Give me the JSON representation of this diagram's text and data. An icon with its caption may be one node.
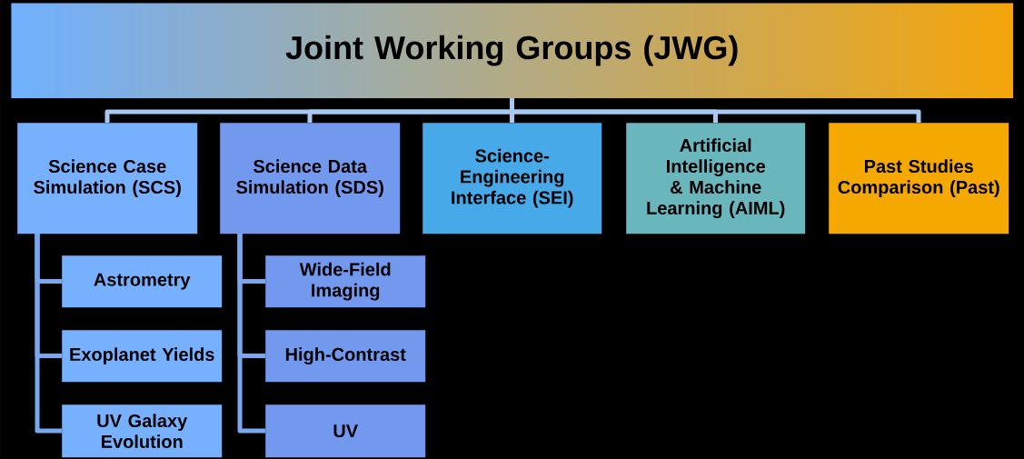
{
  "diagram": {
    "nodes": [
      {
        "text": [
          "Joint Working Groups (JWG)"
        ]
      },
      {
        "text": [
          "Science Case Simulation (SCS)"
        ]
      },
      {
        "text": [
          "Science Data Simulation (SDS)"
        ]
      },
      {
        "text": [
          "Science-Engineering Interface (SEI)"
        ]
      },
      {
        "text": [
          "Artificial Intelligence & Machine Learning (AIML)"
        ]
      },
      {
        "text": [
          "Past Studies Comparison (Past)"
        ]
      },
      {
        "text": [
          "Astrometry"
        ]
      },
      {
        "text": [
          "Exoplanet Yields"
        ]
      },
      {
        "text": [
          "UV Galaxy Evolution"
        ]
      },
      {
        "text": [
          "Wide-Field Imaging"
        ]
      },
      {
        "text": [
          "High-Contrast"
        ]
      },
      {
        "text": [
          "UV"
        ]
      }
    ],
    "edges": [
      {
        "from": 0,
        "to": 1,
        "arrow": "none"
      },
      {
        "from": 0,
        "to": 2,
        "arrow": "none"
      },
      {
        "from": 0,
        "to": 3,
        "arrow": "none"
      },
      {
        "from": 0,
        "to": 4,
        "arrow": "none"
      },
      {
        "from": 0,
        "to": 5,
        "arrow": "none"
      },
      {
        "from": 1,
        "to": 6,
        "arrow": "none"
      },
      {
        "from": 1,
        "to": 7,
        "arrow": "none"
      },
      {
        "from": 1,
        "to": 8,
        "arrow": "none"
      },
      {
        "from": 2,
        "to": 9,
        "arrow": "none"
      },
      {
        "from": 2,
        "to": 10,
        "arrow": "none"
      },
      {
        "from": 2,
        "to": 11,
        "arrow": "none"
      }
    ]
  }
}
